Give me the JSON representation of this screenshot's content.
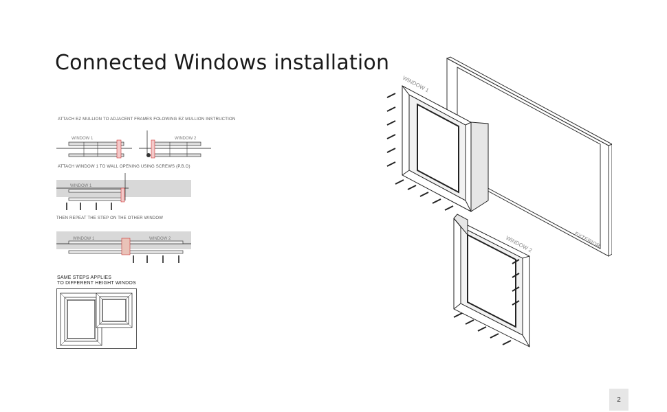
{
  "title": "Connected Windows installation",
  "steps": {
    "step1": "ATTACH EZ MULLION  TO ADJACENT FRAMES FOLOWING EZ MULLION INSTRUCTION",
    "step2": "ATTACH WINDOW 1 TO WALL OPENING USING SCREWS (P.B.O)",
    "step3": "THEN REPEAT THE STEP ON THE OTHER WINDOW",
    "step4_line1": "SAME STEPS  APPLIES",
    "step4_line2": "TO DIFFERENT HEIGHT WINDOS"
  },
  "labels": {
    "window1": "WINDOW 1",
    "window2": "WINDOW 2",
    "exterior": "EXTERIOR"
  },
  "page_number": "2"
}
